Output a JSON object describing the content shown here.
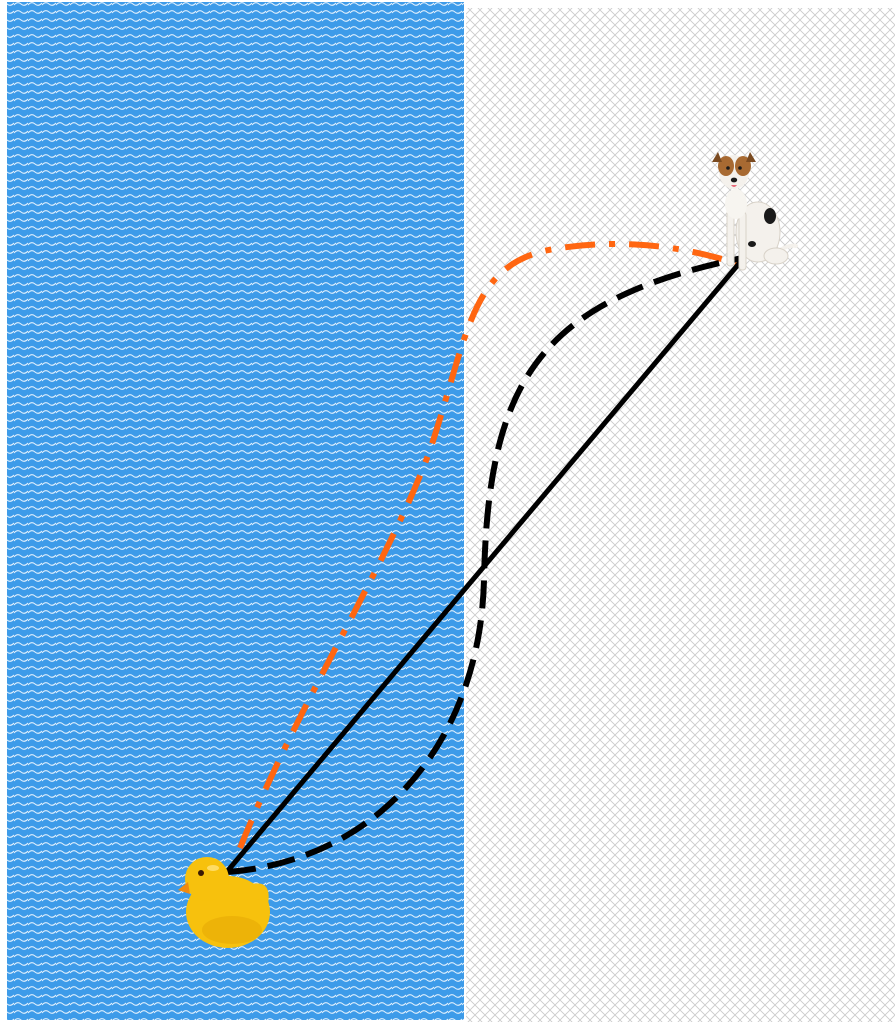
{
  "colors": {
    "water": "#3d9be9",
    "water_wave": "#ffffff",
    "land_background": "#ffffff",
    "land_pattern": "#c9c9c9",
    "straight_path": "#000000",
    "dashed_path": "#000000",
    "dash_dot_path": "#ff6611",
    "duck_body": "#f7c10d",
    "duck_shadow": "#d99a00",
    "duck_beak": "#f08a10",
    "dog_white": "#f4f1ec",
    "dog_brown": "#a86a32",
    "dog_black": "#1a1a1a"
  },
  "regions": [
    {
      "name": "water",
      "pattern": "waves"
    },
    {
      "name": "land",
      "pattern": "crosshatch"
    }
  ],
  "markers": [
    {
      "name": "rubber-duck",
      "icon": "rubber-duck-icon"
    },
    {
      "name": "dog",
      "icon": "dog-icon"
    }
  ],
  "paths": [
    {
      "name": "straight-path",
      "style": "solid"
    },
    {
      "name": "dashed-path",
      "style": "dashed"
    },
    {
      "name": "dash-dot-path",
      "style": "dash-dot"
    }
  ]
}
